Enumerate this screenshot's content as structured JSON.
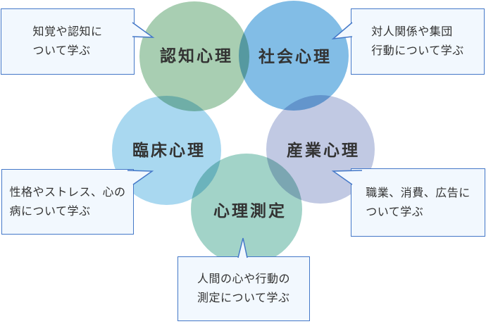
{
  "style": {
    "background": "#ffffff",
    "callout_fill": "#f2f8fe",
    "callout_border": "#4478c8",
    "text_color": "#333333"
  },
  "circles": [
    {
      "id": "cognitive",
      "label": "認知心理",
      "color": "#a8ceb2"
    },
    {
      "id": "social",
      "label": "社会心理",
      "color": "#82bde6"
    },
    {
      "id": "clinical",
      "label": "臨床心理",
      "color": "#a9d8f0"
    },
    {
      "id": "industrial",
      "label": "産業心理",
      "color": "#c1c9e3"
    },
    {
      "id": "measurement",
      "label": "心理測定",
      "color": "#a2d3c8"
    }
  ],
  "callouts": [
    {
      "for": "cognitive",
      "lines": [
        "知覚や認知に",
        "ついて学ぶ"
      ]
    },
    {
      "for": "social",
      "lines": [
        "対人関係や集団",
        "行動について学ぶ"
      ]
    },
    {
      "for": "clinical",
      "lines": [
        "性格やストレス、心の",
        "病について学ぶ"
      ]
    },
    {
      "for": "industrial",
      "lines": [
        "職業、消費、広告に",
        "ついて学ぶ"
      ]
    },
    {
      "for": "measurement",
      "lines": [
        "人間の心や行動の",
        "測定について学ぶ"
      ]
    }
  ]
}
